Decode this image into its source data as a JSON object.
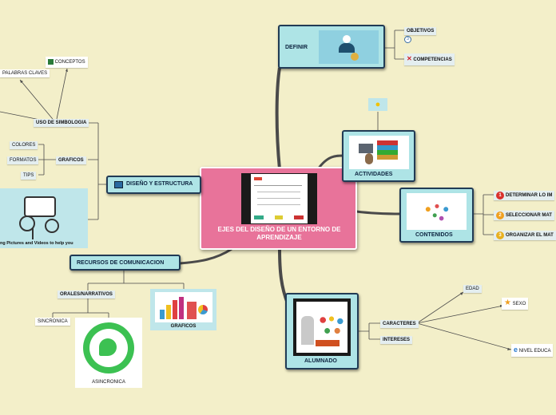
{
  "center": {
    "title": "EJES DEL DISEÑO DE UN ENTORNO DE APRENDIZAJE"
  },
  "definir": {
    "label": "DEFINIR",
    "children": [
      "OBJETIVOS",
      "COMPETENCIAS"
    ],
    "note_count": "3"
  },
  "actividades": {
    "label": "ACTIVIDADES"
  },
  "contenidos": {
    "label": "CONTENIDOS",
    "children": [
      {
        "num": "1",
        "label": "DETERMINAR LO IM"
      },
      {
        "num": "2",
        "label": "SELECCIONAR MAT"
      },
      {
        "num": "3",
        "label": "ORGANIZAR EL MAT"
      }
    ]
  },
  "alumnado": {
    "label": "ALUMNADO",
    "children": [
      "CARACTERES",
      "INTERESES"
    ],
    "caracteres_children": [
      "EDAD",
      "SEXO",
      "NIVEL EDUCA"
    ]
  },
  "diseno": {
    "label": "DISEÑO Y ESTRUCTURA",
    "simbologia": "USO DE SIMBOLOGIA",
    "simbologia_children": [
      "PALABRAS CLAVES",
      "CONCEPTOS"
    ],
    "graficos": "GRAFICOS",
    "graficos_children": [
      "COLORES",
      "FORMATOS",
      "TIPS"
    ],
    "image_caption": "ng Pictures and Videos to help you"
  },
  "recursos": {
    "label": "RECURSOS DE COMUNICACION",
    "orales": "ORALES/NARRATIVOS",
    "sincronica": "SINCRONICA",
    "asincronica": "ASINCRONICA",
    "graficos": "GRAFICOS"
  },
  "colors": {
    "background": "#f3efc9",
    "center": "#e8739a",
    "node": "#aee4e6",
    "border": "#213b55"
  }
}
